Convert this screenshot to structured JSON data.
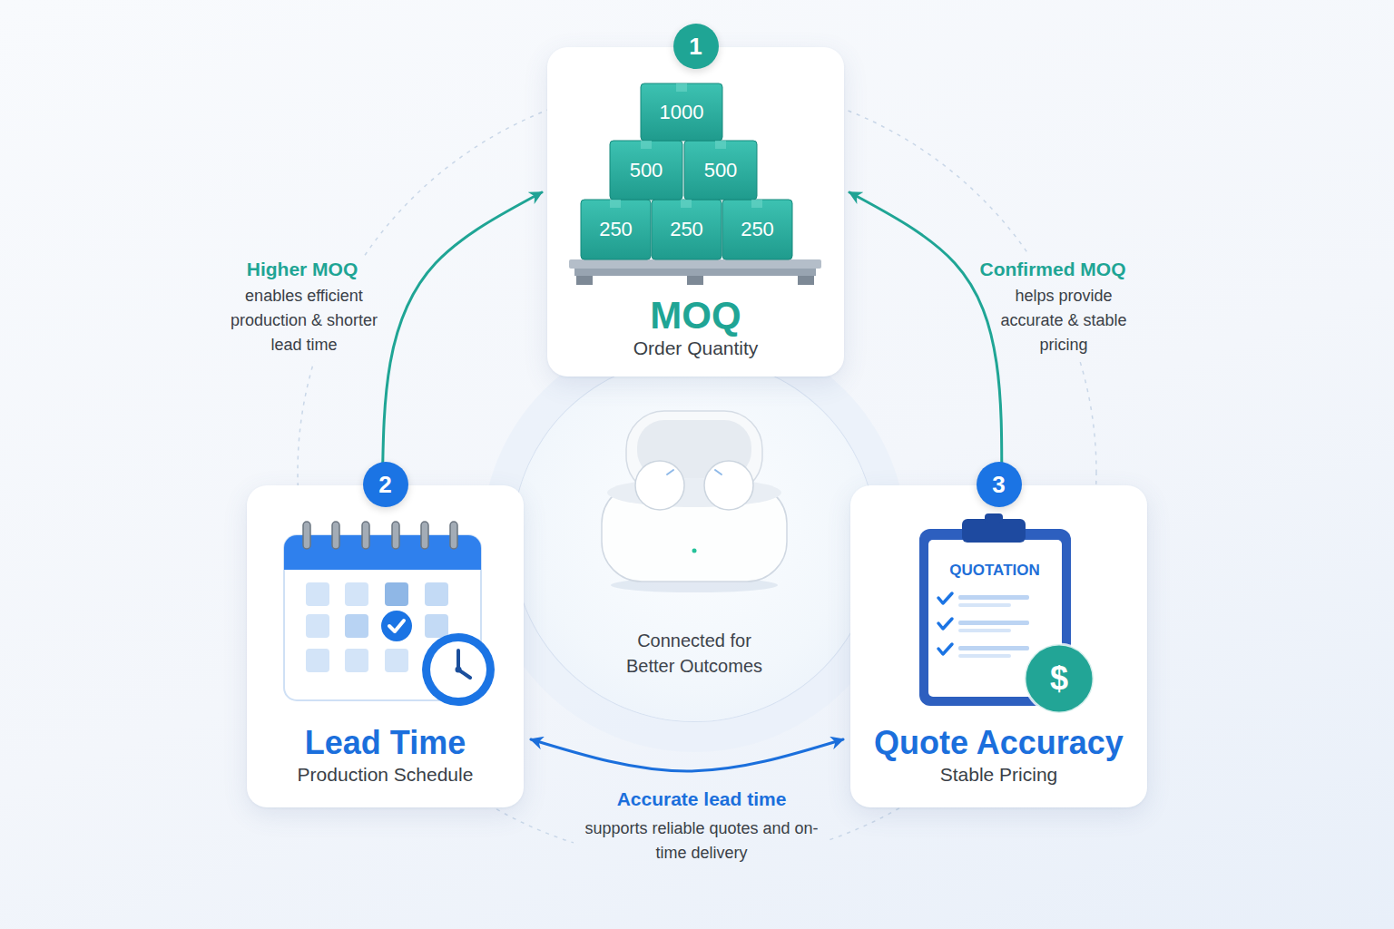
{
  "diagram": {
    "nodes": [
      {
        "text": [
          "1",
          "MOQ",
          "Order Quantity"
        ]
      },
      {
        "text": [
          "2",
          "Lead Time",
          "Production Schedule"
        ]
      },
      {
        "text": [
          "3",
          "Quote Accuracy",
          "Stable Pricing"
        ]
      },
      {
        "text": [
          "Connected for Better Outcomes"
        ]
      }
    ],
    "edges": [
      {
        "from": 0,
        "to": 1,
        "arrow": "both",
        "label": "Higher MOQ"
      },
      {
        "from": 0,
        "to": 2,
        "arrow": "both",
        "label": "Confirmed MOQ"
      },
      {
        "from": 1,
        "to": 2,
        "arrow": "both",
        "label": "Accurate lead time"
      }
    ],
    "labels": [
      "1000",
      "500",
      "500",
      "250",
      "250",
      "250",
      "enables efficient production & shorter lead time",
      "helps provide accurate & stable pricing",
      "supports reliable quotes and on-time delivery",
      "QUOTATION",
      "$"
    ]
  }
}
